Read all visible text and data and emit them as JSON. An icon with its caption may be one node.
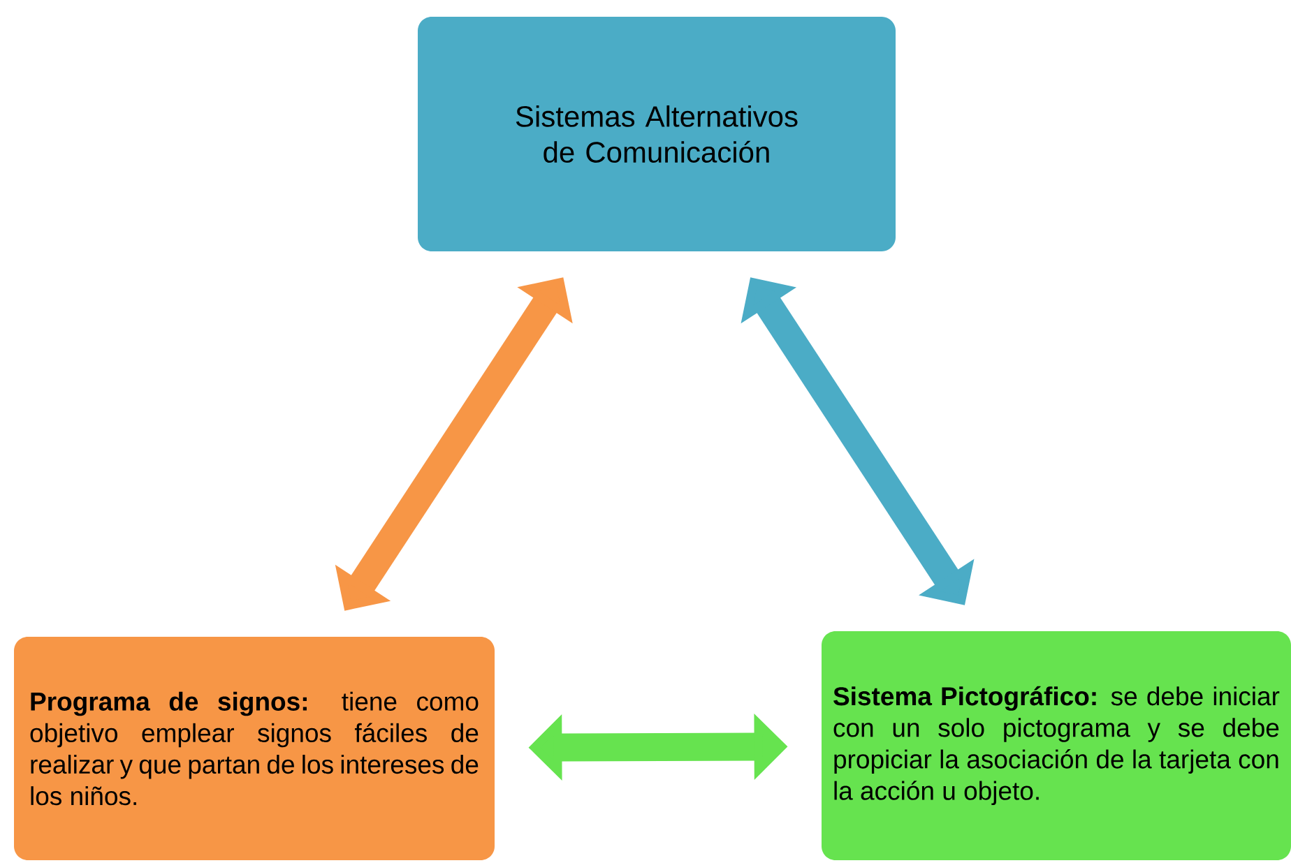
{
  "diagram": {
    "nodes": [
      {
        "text": [
          "Sistemas Alternativos de Comunicación"
        ]
      },
      {
        "text": [
          "**Programa de signos:** tiene como objetivo emplear signos fáciles de realizar y que partan de los intereses de los niños."
        ]
      },
      {
        "text": [
          "**Sistema Pictográfico:** se debe iniciar con un solo pictograma y se debe propiciar la asociación de la tarjeta con la acción u objeto."
        ]
      }
    ],
    "edges": [
      {
        "from": 1,
        "to": 0,
        "arrow": "both",
        "color": "#f79646"
      },
      {
        "from": 0,
        "to": 2,
        "arrow": "both",
        "color": "#4bacc6"
      },
      {
        "from": 1,
        "to": 2,
        "arrow": "both",
        "color": "#66e34f"
      }
    ]
  }
}
